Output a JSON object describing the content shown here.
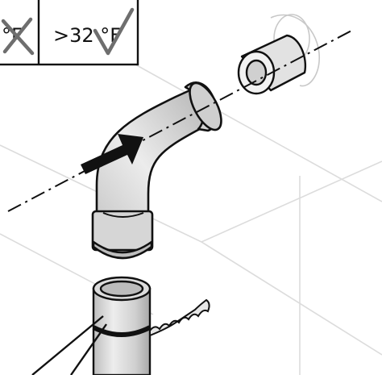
{
  "temperature_panel": {
    "left_cell": {
      "text": "°F",
      "status": "not-allowed",
      "mark_icon": "cross-icon"
    },
    "right_cell": {
      "text": ">32 °F",
      "status": "allowed",
      "mark_icon": "checkmark-icon"
    }
  },
  "colors": {
    "line": "#111111",
    "pipe_fill": "#d8d8d8",
    "pipe_highlight": "#ececec",
    "pipe_shadow": "#a6a6a6",
    "check_mark": "#6e6e6e",
    "arrow": "#111111",
    "background_lines": "#dcdcdc",
    "sleeve_outline": "#c8c8c8"
  }
}
